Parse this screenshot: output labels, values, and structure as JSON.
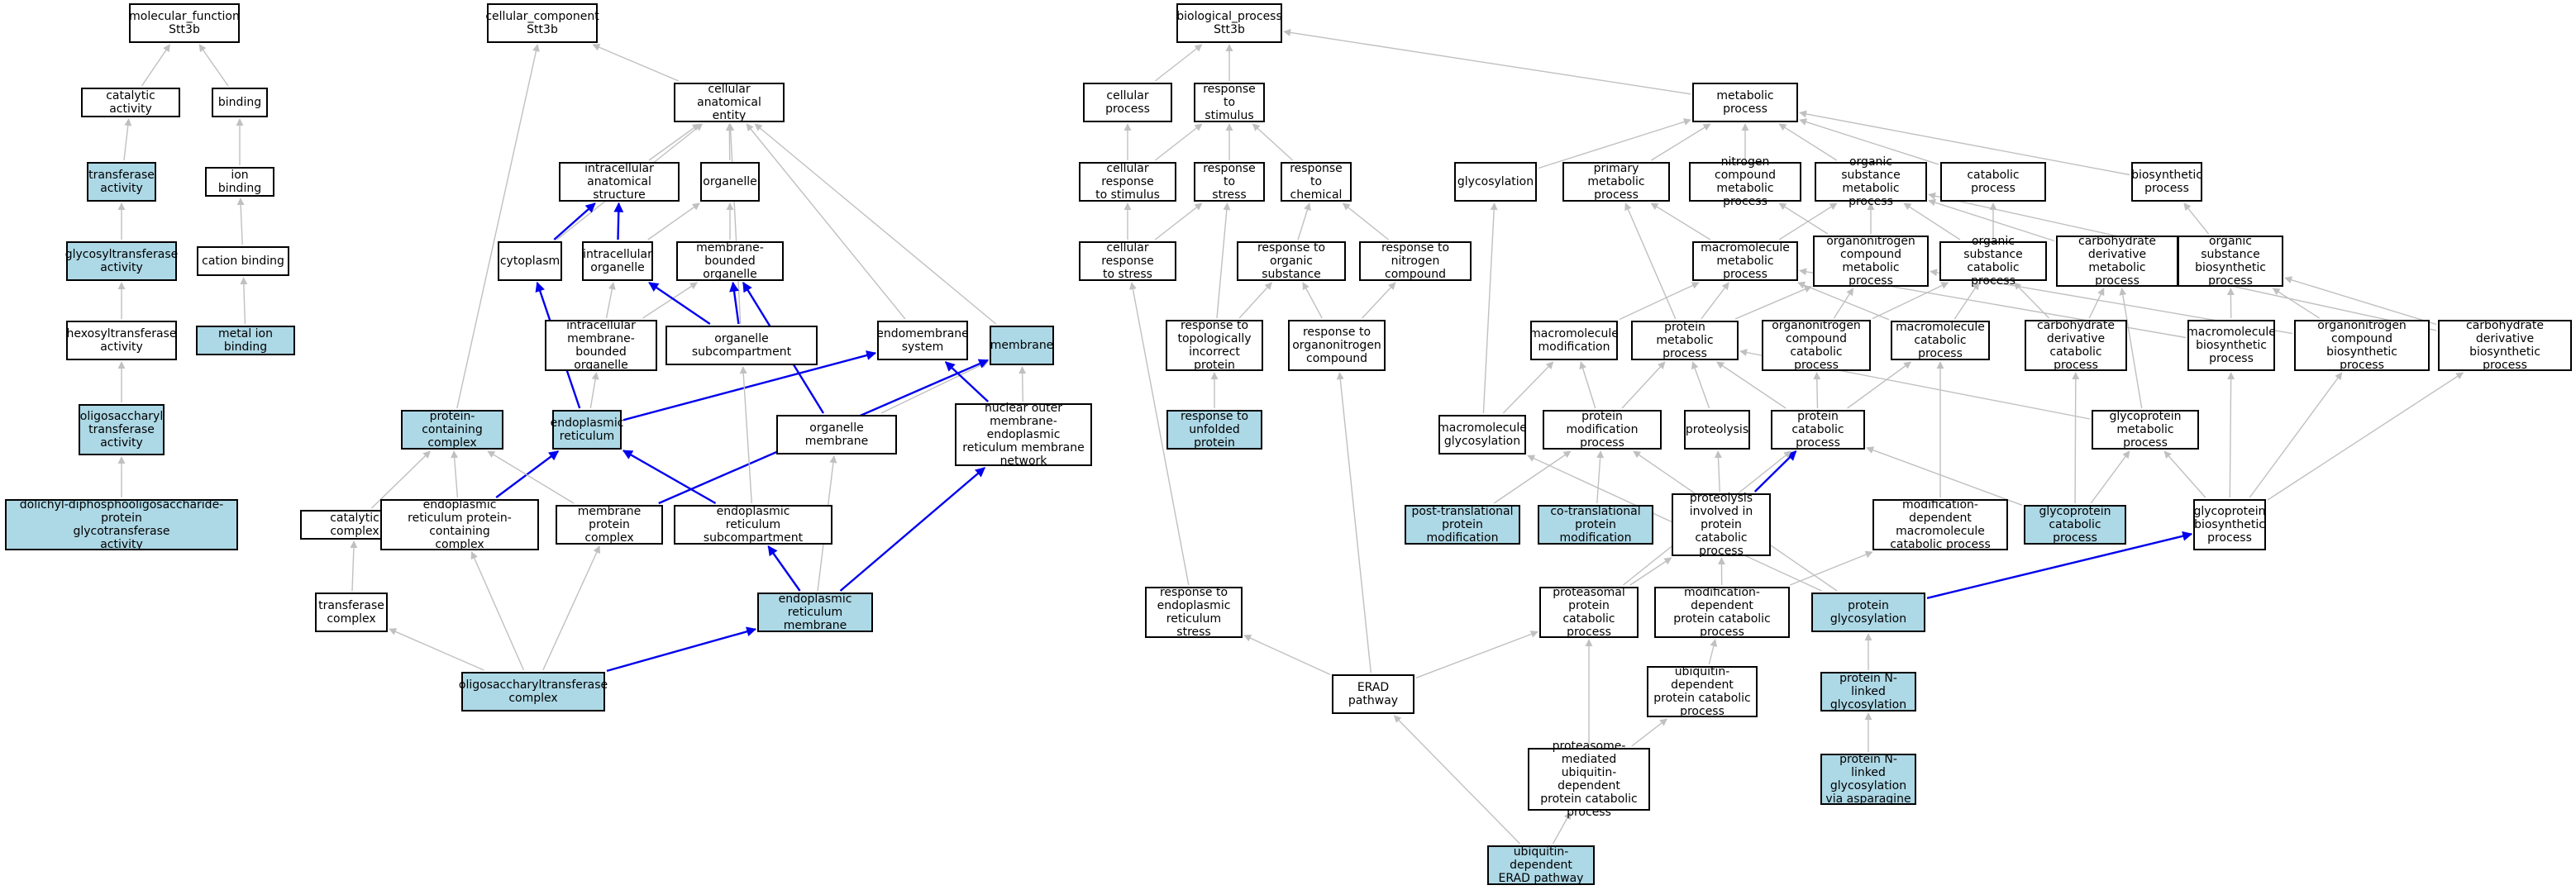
{
  "colors": {
    "background": "#ffffff",
    "node_fill": "#ffffff",
    "highlight_fill": "#add8e6",
    "node_border": "#000000",
    "edge_gray": "#c0c0c0",
    "edge_blue": "#0000ee"
  },
  "nodes": [
    {
      "id": "mf",
      "label": "molecular_function\nStt3b",
      "hl": false
    },
    {
      "id": "cat_act",
      "label": "catalytic activity",
      "hl": false
    },
    {
      "id": "binding",
      "label": "binding",
      "hl": false
    },
    {
      "id": "transferase",
      "label": "transferase\nactivity",
      "hl": true
    },
    {
      "id": "ion_binding",
      "label": "ion binding",
      "hl": false
    },
    {
      "id": "glycosyltrans",
      "label": "glycosyltransferase\nactivity",
      "hl": true
    },
    {
      "id": "cation_binding",
      "label": "cation binding",
      "hl": false
    },
    {
      "id": "hexosyl",
      "label": "hexosyltransferase\nactivity",
      "hl": false
    },
    {
      "id": "metal_ion",
      "label": "metal ion binding",
      "hl": true
    },
    {
      "id": "oligosac",
      "label": "oligosaccharyl\ntransferase\nactivity",
      "hl": true
    },
    {
      "id": "dolichyl",
      "label": "dolichyl-diphosphooligosaccharide-protein\nglycotransferase\nactivity",
      "hl": true
    },
    {
      "id": "cc",
      "label": "cellular_component\nStt3b",
      "hl": false
    },
    {
      "id": "cae",
      "label": "cellular anatomical\nentity",
      "hl": false
    },
    {
      "id": "intra_struct",
      "label": "intracellular\nanatomical structure",
      "hl": false
    },
    {
      "id": "organelle",
      "label": "organelle",
      "hl": false
    },
    {
      "id": "cytoplasm",
      "label": "cytoplasm",
      "hl": false
    },
    {
      "id": "intra_org",
      "label": "intracellular\norganelle",
      "hl": false
    },
    {
      "id": "mbo",
      "label": "membrane-bounded\norganelle",
      "hl": false
    },
    {
      "id": "imbo",
      "label": "intracellular\nmembrane-bounded\norganelle",
      "hl": false
    },
    {
      "id": "org_subcomp",
      "label": "organelle subcompartment",
      "hl": false
    },
    {
      "id": "endomem",
      "label": "endomembrane\nsystem",
      "hl": false
    },
    {
      "id": "membrane",
      "label": "membrane",
      "hl": true
    },
    {
      "id": "prot_complex",
      "label": "protein-containing\ncomplex",
      "hl": true
    },
    {
      "id": "er",
      "label": "endoplasmic\nreticulum",
      "hl": true
    },
    {
      "id": "org_membrane",
      "label": "organelle membrane",
      "hl": false
    },
    {
      "id": "nuc_outer",
      "label": "nuclear outer\nmembrane-endoplasmic\nreticulum membrane\nnetwork",
      "hl": false
    },
    {
      "id": "cat_complex",
      "label": "catalytic complex",
      "hl": false
    },
    {
      "id": "er_prot_complex",
      "label": "endoplasmic\nreticulum protein-containing\ncomplex",
      "hl": false
    },
    {
      "id": "mem_prot_complex",
      "label": "membrane protein\ncomplex",
      "hl": false
    },
    {
      "id": "er_subcomp",
      "label": "endoplasmic\nreticulum subcompartment",
      "hl": false
    },
    {
      "id": "transf_complex",
      "label": "transferase\ncomplex",
      "hl": false
    },
    {
      "id": "er_membrane",
      "label": "endoplasmic\nreticulum membrane",
      "hl": true
    },
    {
      "id": "ost_complex",
      "label": "oligosaccharyltransferase\ncomplex",
      "hl": true
    },
    {
      "id": "bp",
      "label": "biological_process\nStt3b",
      "hl": false
    },
    {
      "id": "cell_proc",
      "label": "cellular process",
      "hl": false
    },
    {
      "id": "resp_stim",
      "label": "response to\nstimulus",
      "hl": false
    },
    {
      "id": "metab",
      "label": "metabolic process",
      "hl": false
    },
    {
      "id": "cell_resp_stim",
      "label": "cellular response\nto stimulus",
      "hl": false
    },
    {
      "id": "resp_stress",
      "label": "response to\nstress",
      "hl": false
    },
    {
      "id": "resp_chem",
      "label": "response to\nchemical",
      "hl": false
    },
    {
      "id": "glycosylation",
      "label": "glycosylation",
      "hl": false
    },
    {
      "id": "prim_metab",
      "label": "primary metabolic\nprocess",
      "hl": false
    },
    {
      "id": "nitro_metab",
      "label": "nitrogen compound\nmetabolic process",
      "hl": false
    },
    {
      "id": "org_sub_metab",
      "label": "organic substance\nmetabolic process",
      "hl": false
    },
    {
      "id": "catabolic",
      "label": "catabolic process",
      "hl": false
    },
    {
      "id": "biosynthetic",
      "label": "biosynthetic\nprocess",
      "hl": false
    },
    {
      "id": "cell_resp_stress",
      "label": "cellular response\nto stress",
      "hl": false
    },
    {
      "id": "resp_org_sub",
      "label": "response to\norganic substance",
      "hl": false
    },
    {
      "id": "resp_nitro",
      "label": "response to\nnitrogen compound",
      "hl": false
    },
    {
      "id": "macro_metab",
      "label": "macromolecule\nmetabolic process",
      "hl": false
    },
    {
      "id": "organonitro_metab",
      "label": "organonitrogen\ncompound metabolic\nprocess",
      "hl": false
    },
    {
      "id": "org_sub_cat",
      "label": "organic substance\ncatabolic process",
      "hl": false
    },
    {
      "id": "carb_deriv_metab",
      "label": "carbohydrate\nderivative metabolic\nprocess",
      "hl": false
    },
    {
      "id": "org_sub_bio",
      "label": "organic substance\nbiosynthetic\nprocess",
      "hl": false
    },
    {
      "id": "resp_topo",
      "label": "response to\ntopologically\nincorrect protein",
      "hl": false
    },
    {
      "id": "resp_organonitro",
      "label": "response to\norganonitrogen\ncompound",
      "hl": false
    },
    {
      "id": "macro_mod",
      "label": "macromolecule\nmodification",
      "hl": false
    },
    {
      "id": "prot_metab",
      "label": "protein metabolic\nprocess",
      "hl": false
    },
    {
      "id": "organonitro_cat",
      "label": "organonitrogen\ncompound catabolic\nprocess",
      "hl": false
    },
    {
      "id": "macro_cat",
      "label": "macromolecule\ncatabolic process",
      "hl": false
    },
    {
      "id": "carb_deriv_cat",
      "label": "carbohydrate\nderivative catabolic\nprocess",
      "hl": false
    },
    {
      "id": "macro_bio",
      "label": "macromolecule\nbiosynthetic\nprocess",
      "hl": false
    },
    {
      "id": "organonitro_bio",
      "label": "organonitrogen\ncompound biosynthetic\nprocess",
      "hl": false
    },
    {
      "id": "carb_deriv_bio",
      "label": "carbohydrate\nderivative biosynthetic\nprocess",
      "hl": false
    },
    {
      "id": "resp_unfolded",
      "label": "response to\nunfolded protein",
      "hl": true
    },
    {
      "id": "macro_glyco",
      "label": "macromolecule\nglycosylation",
      "hl": false
    },
    {
      "id": "prot_mod",
      "label": "protein modification\nprocess",
      "hl": false
    },
    {
      "id": "proteolysis",
      "label": "proteolysis",
      "hl": false
    },
    {
      "id": "prot_cat",
      "label": "protein catabolic\nprocess",
      "hl": false
    },
    {
      "id": "glycoprot_metab",
      "label": "glycoprotein\nmetabolic process",
      "hl": false
    },
    {
      "id": "post_trans",
      "label": "post-translational\nprotein modification",
      "hl": true
    },
    {
      "id": "co_trans",
      "label": "co-translational\nprotein modification",
      "hl": true
    },
    {
      "id": "proteolysis_cat",
      "label": "proteolysis\ninvolved in\nprotein catabolic\nprocess",
      "hl": false
    },
    {
      "id": "mod_dep_macro_cat",
      "label": "modification-dependent\nmacromolecule\ncatabolic process",
      "hl": false
    },
    {
      "id": "glycoprot_cat",
      "label": "glycoprotein\ncatabolic process",
      "hl": true
    },
    {
      "id": "glycoprot_bio",
      "label": "glycoprotein\nbiosynthetic\nprocess",
      "hl": false
    },
    {
      "id": "resp_er_stress",
      "label": "response to\nendoplasmic\nreticulum stress",
      "hl": false
    },
    {
      "id": "proteasomal",
      "label": "proteasomal\nprotein catabolic\nprocess",
      "hl": false
    },
    {
      "id": "mod_dep_prot_cat",
      "label": "modification-dependent\nprotein catabolic\nprocess",
      "hl": false
    },
    {
      "id": "prot_glyco",
      "label": "protein glycosylation",
      "hl": true
    },
    {
      "id": "erad",
      "label": "ERAD pathway",
      "hl": false
    },
    {
      "id": "ubiq_dep_cat",
      "label": "ubiquitin-dependent\nprotein catabolic\nprocess",
      "hl": false
    },
    {
      "id": "n_linked",
      "label": "protein N-linked\nglycosylation",
      "hl": true
    },
    {
      "id": "proteasome_ubiq",
      "label": "proteasome-mediated\nubiquitin-dependent\nprotein catabolic\nprocess",
      "hl": false
    },
    {
      "id": "n_linked_asn",
      "label": "protein N-linked\nglycosylation\nvia asparagine",
      "hl": true
    },
    {
      "id": "ubiq_erad",
      "label": "ubiquitin-dependent\nERAD pathway",
      "hl": true
    }
  ],
  "edges": [
    [
      "cat_act",
      "mf",
      "gray"
    ],
    [
      "binding",
      "mf",
      "gray"
    ],
    [
      "transferase",
      "cat_act",
      "gray"
    ],
    [
      "ion_binding",
      "binding",
      "gray"
    ],
    [
      "glycosyltrans",
      "transferase",
      "gray"
    ],
    [
      "cation_binding",
      "ion_binding",
      "gray"
    ],
    [
      "hexosyl",
      "glycosyltrans",
      "gray"
    ],
    [
      "metal_ion",
      "cation_binding",
      "gray"
    ],
    [
      "oligosac",
      "hexosyl",
      "gray"
    ],
    [
      "dolichyl",
      "oligosac",
      "gray"
    ],
    [
      "cae",
      "cc",
      "gray"
    ],
    [
      "prot_complex",
      "cc",
      "gray"
    ],
    [
      "intra_struct",
      "cae",
      "gray"
    ],
    [
      "organelle",
      "cae",
      "gray"
    ],
    [
      "cytoplasm",
      "cae",
      "gray"
    ],
    [
      "membrane",
      "cae",
      "gray"
    ],
    [
      "org_subcomp",
      "cae",
      "gray"
    ],
    [
      "endomem",
      "cae",
      "gray"
    ],
    [
      "cytoplasm",
      "intra_struct",
      "blue"
    ],
    [
      "intra_org",
      "intra_struct",
      "blue"
    ],
    [
      "intra_org",
      "organelle",
      "gray"
    ],
    [
      "mbo",
      "organelle",
      "gray"
    ],
    [
      "imbo",
      "intra_org",
      "gray"
    ],
    [
      "imbo",
      "mbo",
      "gray"
    ],
    [
      "org_subcomp",
      "intra_org",
      "blue"
    ],
    [
      "org_subcomp",
      "mbo",
      "blue"
    ],
    [
      "er",
      "cytoplasm",
      "blue"
    ],
    [
      "er",
      "imbo",
      "gray"
    ],
    [
      "er",
      "endomem",
      "blue"
    ],
    [
      "org_membrane",
      "membrane",
      "gray"
    ],
    [
      "org_membrane",
      "mbo",
      "blue"
    ],
    [
      "nuc_outer",
      "endomem",
      "blue"
    ],
    [
      "nuc_outer",
      "membrane",
      "gray"
    ],
    [
      "cat_complex",
      "prot_complex",
      "gray"
    ],
    [
      "er_prot_complex",
      "prot_complex",
      "gray"
    ],
    [
      "er_prot_complex",
      "er",
      "blue"
    ],
    [
      "mem_prot_complex",
      "prot_complex",
      "gray"
    ],
    [
      "mem_prot_complex",
      "membrane",
      "blue"
    ],
    [
      "er_subcomp",
      "er",
      "blue"
    ],
    [
      "er_subcomp",
      "org_subcomp",
      "gray"
    ],
    [
      "transf_complex",
      "cat_complex",
      "gray"
    ],
    [
      "er_membrane",
      "er_subcomp",
      "blue"
    ],
    [
      "er_membrane",
      "org_membrane",
      "gray"
    ],
    [
      "er_membrane",
      "nuc_outer",
      "blue"
    ],
    [
      "ost_complex",
      "transf_complex",
      "gray"
    ],
    [
      "ost_complex",
      "er_prot_complex",
      "gray"
    ],
    [
      "ost_complex",
      "mem_prot_complex",
      "gray"
    ],
    [
      "ost_complex",
      "er_membrane",
      "blue"
    ],
    [
      "cell_proc",
      "bp",
      "gray"
    ],
    [
      "resp_stim",
      "bp",
      "gray"
    ],
    [
      "metab",
      "bp",
      "gray"
    ],
    [
      "cell_resp_stim",
      "cell_proc",
      "gray"
    ],
    [
      "cell_resp_stim",
      "resp_stim",
      "gray"
    ],
    [
      "resp_stress",
      "resp_stim",
      "gray"
    ],
    [
      "resp_chem",
      "resp_stim",
      "gray"
    ],
    [
      "glycosylation",
      "metab",
      "gray"
    ],
    [
      "prim_metab",
      "metab",
      "gray"
    ],
    [
      "nitro_metab",
      "metab",
      "gray"
    ],
    [
      "org_sub_metab",
      "metab",
      "gray"
    ],
    [
      "catabolic",
      "metab",
      "gray"
    ],
    [
      "biosynthetic",
      "metab",
      "gray"
    ],
    [
      "cell_resp_stress",
      "cell_resp_stim",
      "gray"
    ],
    [
      "cell_resp_stress",
      "resp_stress",
      "gray"
    ],
    [
      "resp_org_sub",
      "resp_chem",
      "gray"
    ],
    [
      "resp_nitro",
      "resp_chem",
      "gray"
    ],
    [
      "macro_metab",
      "org_sub_metab",
      "gray"
    ],
    [
      "macro_metab",
      "prim_metab",
      "gray"
    ],
    [
      "organonitro_metab",
      "nitro_metab",
      "gray"
    ],
    [
      "organonitro_metab",
      "org_sub_metab",
      "gray"
    ],
    [
      "org_sub_cat",
      "org_sub_metab",
      "gray"
    ],
    [
      "org_sub_cat",
      "catabolic",
      "gray"
    ],
    [
      "carb_deriv_metab",
      "org_sub_metab",
      "gray"
    ],
    [
      "org_sub_bio",
      "org_sub_metab",
      "gray"
    ],
    [
      "org_sub_bio",
      "biosynthetic",
      "gray"
    ],
    [
      "resp_topo",
      "resp_stress",
      "gray"
    ],
    [
      "resp_topo",
      "resp_org_sub",
      "gray"
    ],
    [
      "resp_organonitro",
      "resp_org_sub",
      "gray"
    ],
    [
      "resp_organonitro",
      "resp_nitro",
      "gray"
    ],
    [
      "macro_mod",
      "macro_metab",
      "gray"
    ],
    [
      "prot_metab",
      "macro_metab",
      "gray"
    ],
    [
      "prot_metab",
      "organonitro_metab",
      "gray"
    ],
    [
      "prot_metab",
      "prim_metab",
      "gray"
    ],
    [
      "organonitro_cat",
      "organonitro_metab",
      "gray"
    ],
    [
      "organonitro_cat",
      "org_sub_cat",
      "gray"
    ],
    [
      "macro_cat",
      "macro_metab",
      "gray"
    ],
    [
      "macro_cat",
      "org_sub_cat",
      "gray"
    ],
    [
      "carb_deriv_cat",
      "carb_deriv_metab",
      "gray"
    ],
    [
      "carb_deriv_cat",
      "org_sub_cat",
      "gray"
    ],
    [
      "macro_bio",
      "macro_metab",
      "gray"
    ],
    [
      "macro_bio",
      "org_sub_bio",
      "gray"
    ],
    [
      "organonitro_bio",
      "organonitro_metab",
      "gray"
    ],
    [
      "organonitro_bio",
      "org_sub_bio",
      "gray"
    ],
    [
      "carb_deriv_bio",
      "carb_deriv_metab",
      "gray"
    ],
    [
      "carb_deriv_bio",
      "org_sub_bio",
      "gray"
    ],
    [
      "resp_unfolded",
      "resp_topo",
      "gray"
    ],
    [
      "macro_glyco",
      "glycosylation",
      "gray"
    ],
    [
      "macro_glyco",
      "macro_mod",
      "gray"
    ],
    [
      "prot_mod",
      "macro_mod",
      "gray"
    ],
    [
      "prot_mod",
      "prot_metab",
      "gray"
    ],
    [
      "proteolysis",
      "prot_metab",
      "gray"
    ],
    [
      "prot_cat",
      "prot_metab",
      "gray"
    ],
    [
      "prot_cat",
      "macro_cat",
      "gray"
    ],
    [
      "prot_cat",
      "organonitro_cat",
      "gray"
    ],
    [
      "glycoprot_metab",
      "prot_metab",
      "gray"
    ],
    [
      "glycoprot_metab",
      "carb_deriv_metab",
      "gray"
    ],
    [
      "post_trans",
      "prot_mod",
      "gray"
    ],
    [
      "co_trans",
      "prot_mod",
      "gray"
    ],
    [
      "proteolysis_cat",
      "proteolysis",
      "gray"
    ],
    [
      "proteolysis_cat",
      "prot_cat",
      "blue"
    ],
    [
      "mod_dep_macro_cat",
      "macro_cat",
      "gray"
    ],
    [
      "glycoprot_cat",
      "glycoprot_metab",
      "gray"
    ],
    [
      "glycoprot_cat",
      "carb_deriv_cat",
      "gray"
    ],
    [
      "glycoprot_cat",
      "prot_cat",
      "gray"
    ],
    [
      "glycoprot_bio",
      "glycoprot_metab",
      "gray"
    ],
    [
      "glycoprot_bio",
      "macro_bio",
      "gray"
    ],
    [
      "glycoprot_bio",
      "organonitro_bio",
      "gray"
    ],
    [
      "glycoprot_bio",
      "carb_deriv_bio",
      "gray"
    ],
    [
      "resp_er_stress",
      "cell_resp_stress",
      "gray"
    ],
    [
      "proteasomal",
      "proteolysis_cat",
      "gray"
    ],
    [
      "proteasomal",
      "prot_cat",
      "gray"
    ],
    [
      "mod_dep_prot_cat",
      "mod_dep_macro_cat",
      "gray"
    ],
    [
      "mod_dep_prot_cat",
      "proteolysis_cat",
      "gray"
    ],
    [
      "prot_glyco",
      "macro_glyco",
      "gray"
    ],
    [
      "prot_glyco",
      "prot_mod",
      "gray"
    ],
    [
      "prot_glyco",
      "glycoprot_bio",
      "blue"
    ],
    [
      "erad",
      "resp_er_stress",
      "gray"
    ],
    [
      "erad",
      "resp_organonitro",
      "gray"
    ],
    [
      "erad",
      "proteasomal",
      "gray"
    ],
    [
      "ubiq_dep_cat",
      "mod_dep_prot_cat",
      "gray"
    ],
    [
      "n_linked",
      "prot_glyco",
      "gray"
    ],
    [
      "proteasome_ubiq",
      "ubiq_dep_cat",
      "gray"
    ],
    [
      "proteasome_ubiq",
      "proteasomal",
      "gray"
    ],
    [
      "n_linked_asn",
      "n_linked",
      "gray"
    ],
    [
      "ubiq_erad",
      "erad",
      "gray"
    ],
    [
      "ubiq_erad",
      "proteasome_ubiq",
      "gray"
    ]
  ]
}
